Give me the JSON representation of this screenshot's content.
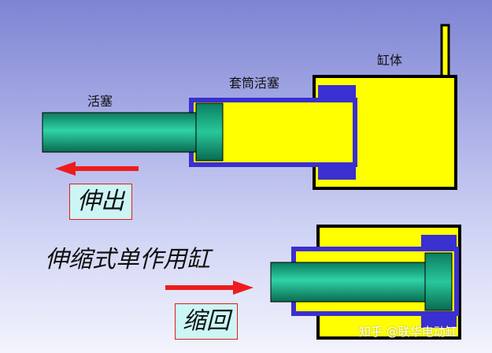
{
  "labels": {
    "cylinder_body": "缸体",
    "sleeve_piston": "套筒活塞",
    "piston": "活塞"
  },
  "states": {
    "extend": "伸出",
    "retract": "缩回"
  },
  "title": "伸缩式单作用缸",
  "watermark": "知乎 @联华电动缸",
  "colors": {
    "yellow": "#ffff00",
    "blue": "#3a2fd0",
    "green": "#16a07d",
    "arrow_red": "#ee1c1c",
    "label_bg": "#ccf5f5"
  }
}
